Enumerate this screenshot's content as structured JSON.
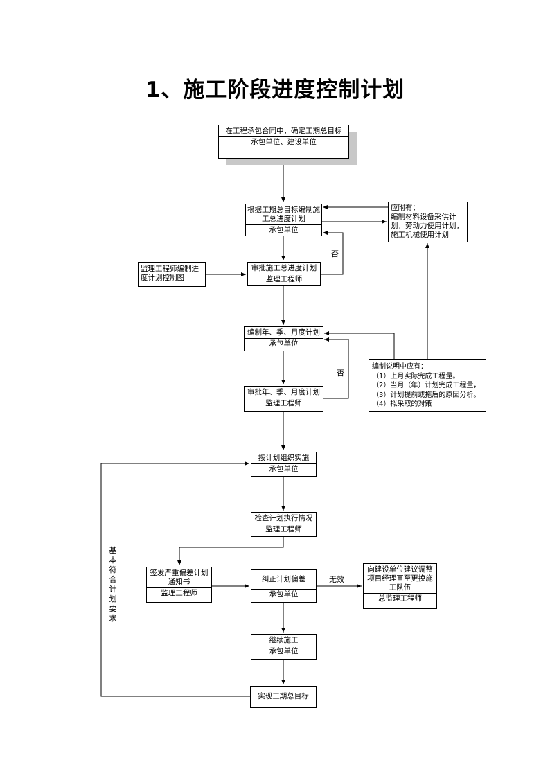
{
  "page": {
    "title": "1、施工阶段进度控制计划"
  },
  "boxes": {
    "contract": {
      "top": "在工程承包合同中，确定工期总目标",
      "bottom": "承包单位、建设单位"
    },
    "compile_plan": {
      "top_line1": "根据工期总目标编制施",
      "top_line2": "工总进度计划",
      "bottom": "承包单位"
    },
    "attach": {
      "lines": [
        "应附有：",
        "编制材料设备采供计",
        "划，劳动力使用计划，",
        "施工机械使用计划"
      ]
    },
    "supervisor_chart": {
      "lines": [
        "监理工程师编制进",
        "度计划控制图"
      ]
    },
    "approve_total": {
      "top": "审批施工总进度计划",
      "bottom": "监理工程师"
    },
    "compile_periodic": {
      "top": "编制年、季、月度计划",
      "bottom": "承包单位"
    },
    "notes": {
      "lines": [
        "编制说明中应有：",
        "（1）上月实际完成工程量。",
        "（2）当月（年）计划完成工程量，",
        "（3）计划提前或拖后的原因分析。",
        "（4）拟采取的对策"
      ]
    },
    "approve_periodic": {
      "top": "审批年、季、月度计划",
      "bottom": "监理工程师"
    },
    "execute": {
      "top": "按计划组织实施",
      "bottom": "承包单位"
    },
    "inspect": {
      "top": "检查计划执行情况",
      "bottom": "监理工程师"
    },
    "issue_notice": {
      "top_line1": "签发严重偏差计划",
      "top_line2": "通知书",
      "bottom": "监理工程师"
    },
    "correct": {
      "top": "纠正计划偏差",
      "bottom": "承包单位"
    },
    "suggest": {
      "top_line1": "向建设单位建议调整",
      "top_line2": "项目经理直至更换施",
      "top_line3": "工队伍",
      "bottom": "总监理工程师"
    },
    "continue": {
      "top": "继续施工",
      "bottom": "承包单位"
    },
    "achieve": {
      "text": "实现工期总目标"
    }
  },
  "labels": {
    "no_1": "否",
    "no_2": "否",
    "invalid": "无效",
    "loop_text": [
      "基",
      "本",
      "符",
      "合",
      "计",
      "划",
      "要",
      "求"
    ]
  }
}
